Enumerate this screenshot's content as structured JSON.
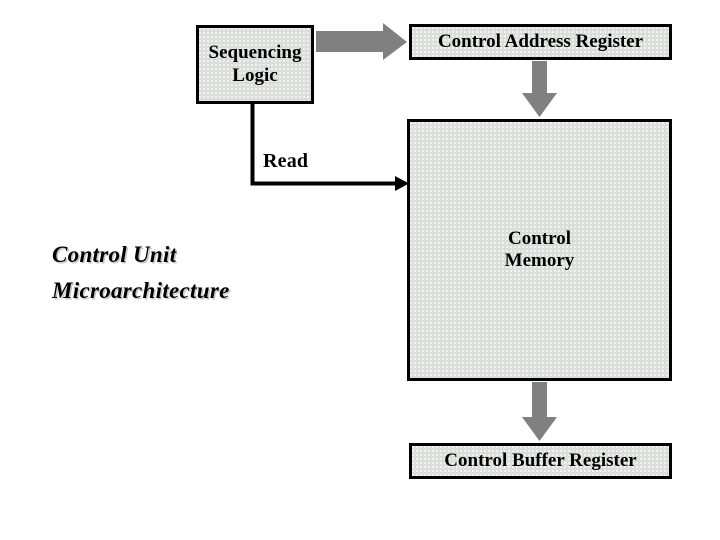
{
  "diagram": {
    "title": "Control Unit\nMicroarchitecture",
    "background_color": "#ffffff",
    "box_fill_color": "#dadedb",
    "box_border_color": "#000000",
    "thick_arrow_color": "#808080",
    "thin_arrow_color": "#000000",
    "nodes": [
      {
        "id": "sequencing-logic",
        "label": "Sequencing\nLogic"
      },
      {
        "id": "control-address-register",
        "label": "Control Address Register"
      },
      {
        "id": "control-memory",
        "label": "Control\nMemory"
      },
      {
        "id": "control-buffer-register",
        "label": "Control Buffer Register"
      }
    ],
    "edges": [
      {
        "id": "seq-to-car",
        "label": "",
        "style": "thick-gray",
        "direction": "right"
      },
      {
        "id": "car-to-cm",
        "label": "",
        "style": "thick-gray",
        "direction": "down"
      },
      {
        "id": "cm-to-cbr",
        "label": "",
        "style": "thick-gray",
        "direction": "down"
      },
      {
        "id": "seq-to-cm",
        "label": "Read",
        "style": "thin-black",
        "direction": "right"
      }
    ],
    "read_label": "Read"
  }
}
